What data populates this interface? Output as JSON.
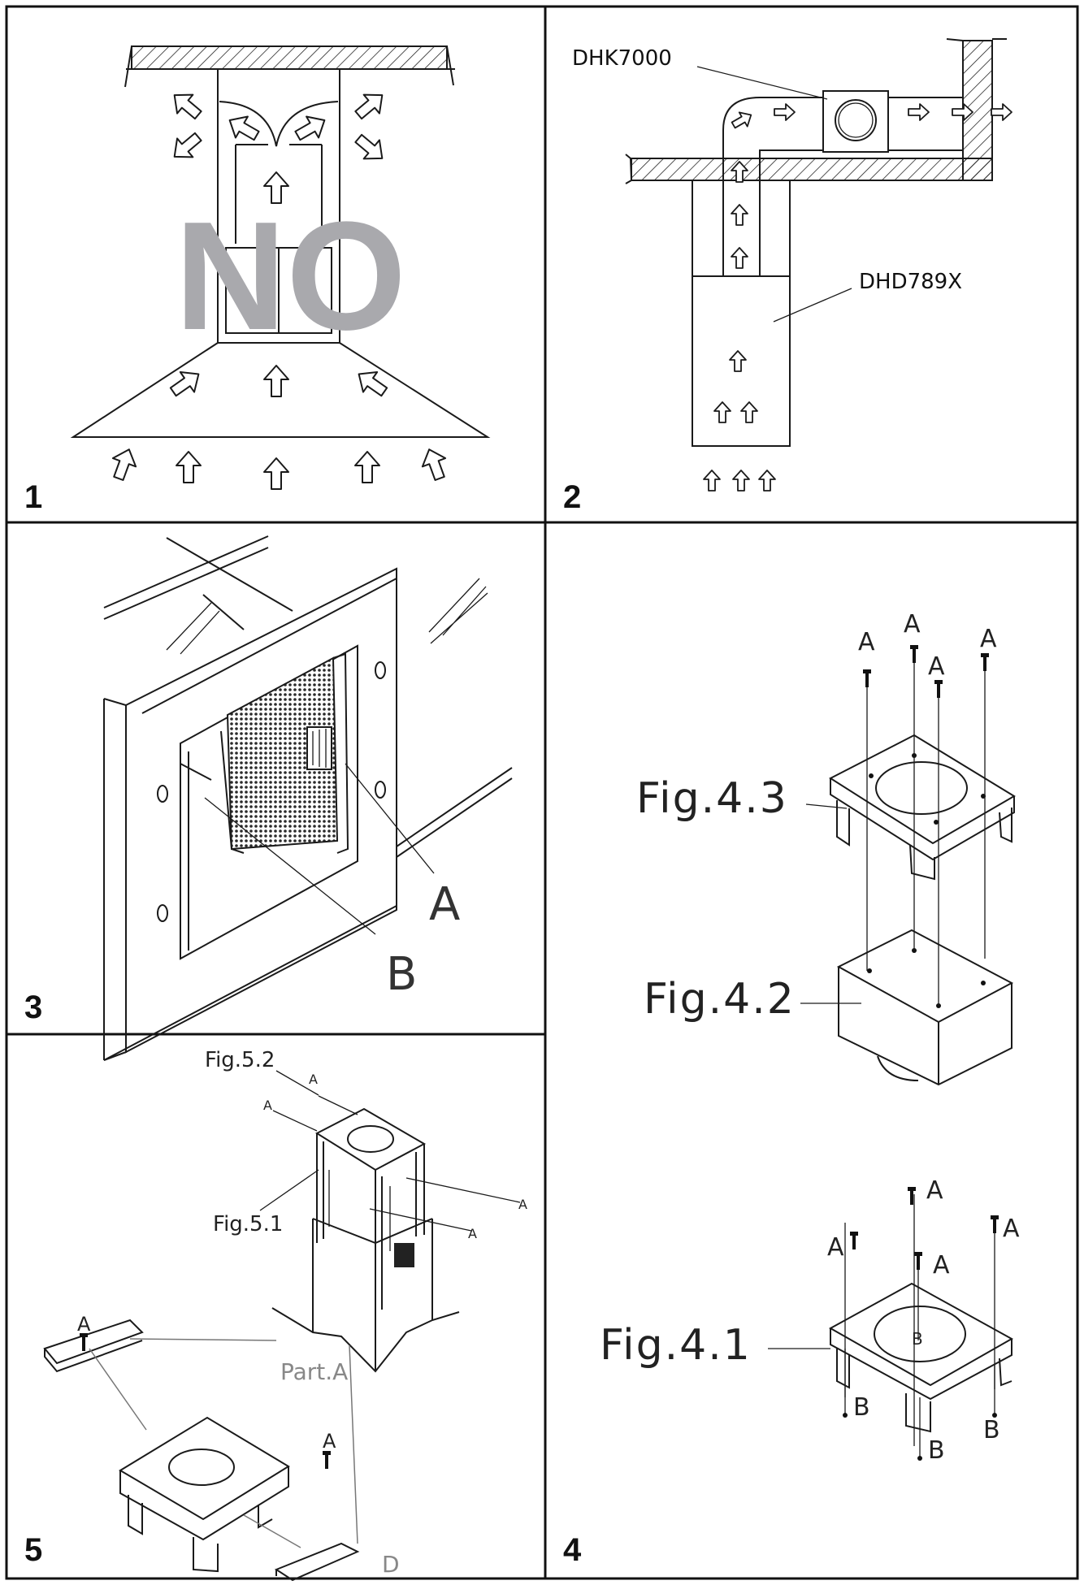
{
  "panels": [
    {
      "number": "1",
      "overlay_text": "NO"
    },
    {
      "number": "2",
      "labels": [
        "DHK7000",
        "DHD789X"
      ]
    },
    {
      "number": "3",
      "labels": [
        "A",
        "B"
      ]
    },
    {
      "number": "4",
      "figures": [
        "Fig.4.3",
        "Fig.4.2",
        "Fig.4.1"
      ],
      "screw_label_a": "A",
      "screw_label_b": "B"
    },
    {
      "number": "5",
      "figures": [
        "Fig.5.2",
        "Fig.5.1"
      ],
      "part_label": "Part.A",
      "screw_label_a": "A",
      "label_d": "D"
    }
  ],
  "colors": {
    "line": "#1a1a1a",
    "overlay": "#a9a9ad",
    "grey_line": "#888888"
  },
  "icon_names": [
    "arrow-icon",
    "screw-icon"
  ]
}
